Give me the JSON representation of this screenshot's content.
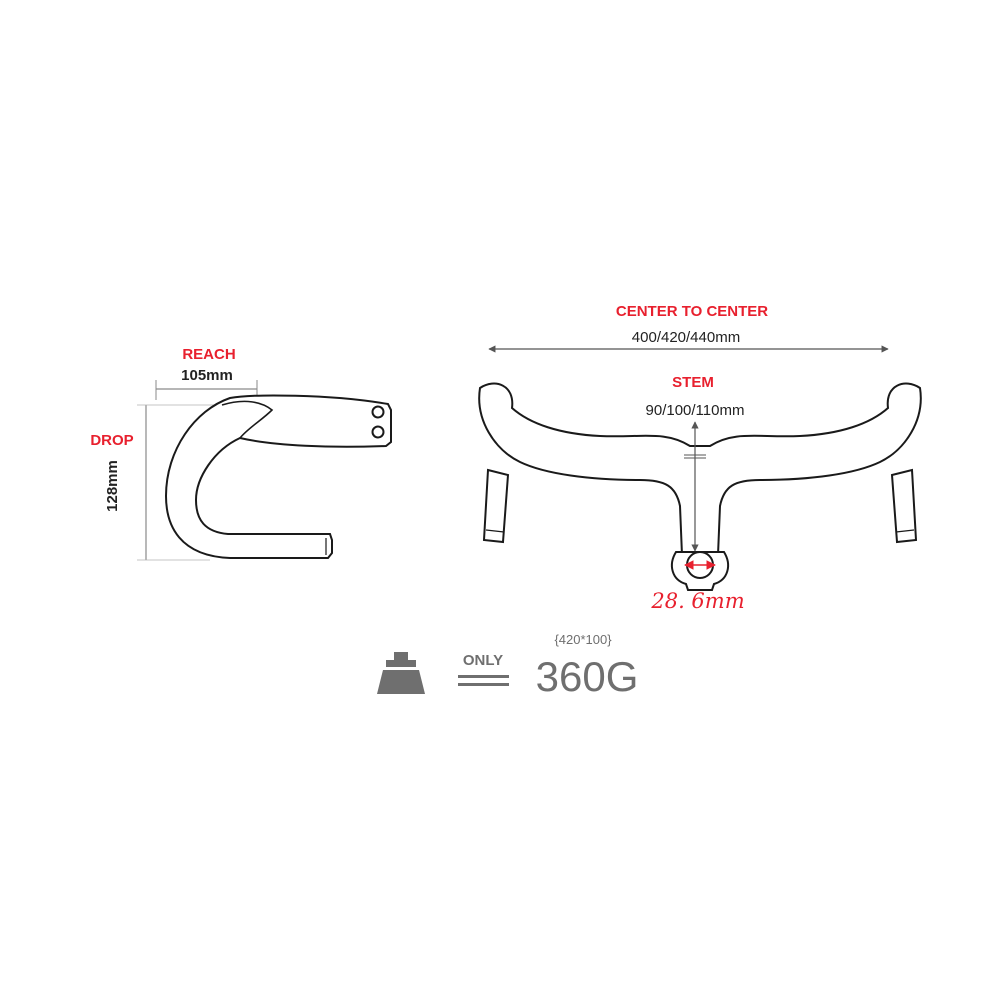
{
  "colors": {
    "accent_red": "#e8202e",
    "outline": "#1a1a1a",
    "dimension_line": "#8a8a8a",
    "weight_gray": "#6f6f6f",
    "text_dark": "#222222"
  },
  "side_view": {
    "reach_label": "REACH",
    "reach_value": "105mm",
    "drop_label": "DROP",
    "drop_value": "128mm"
  },
  "front_view": {
    "center_to_center_label": "CENTER TO CENTER",
    "center_to_center_value": "400/420/440mm",
    "stem_label": "STEM",
    "stem_value": "90/100/110mm",
    "clamp_diameter": "28. 6mm"
  },
  "weight_badge": {
    "icon": "weight-icon",
    "only_label": "ONLY",
    "equals_icon": "equals-icon",
    "size_note": "{420*100}",
    "weight_value": "360G"
  }
}
